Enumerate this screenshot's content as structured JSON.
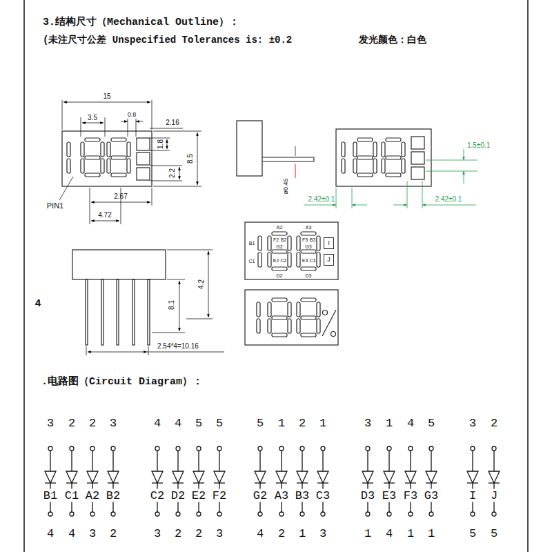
{
  "diagram": {
    "title": "3.结构尺寸（Mechanical Outline）：",
    "nodes": [
      {
        "text": [
          "I"
        ]
      },
      {
        "text": [
          "J"
        ]
      }
    ],
    "labels": [
      "(未注尺寸公差 Unspecified Tolerances is: ±0.2",
      "发光颜色：白色",
      "15",
      "3.5",
      "0.8",
      "2.16",
      "1.8",
      "8.5",
      "2.2",
      "2.67",
      "4.72",
      "PIN1",
      "ø0.45",
      "2.42±0.1",
      "2.42±0.1",
      "1.5±0.1",
      "A2",
      "A3",
      "B1",
      "F2",
      "B2",
      "F3",
      "B3",
      "G2",
      "G3",
      "C1",
      "E2",
      "C2",
      "E3",
      "C3",
      "D2",
      "D3",
      "4",
      "8.1",
      "4.2",
      "2.54*4=10.16",
      ".电路图（Circuit Diagram）：",
      "3",
      "2",
      "2",
      "3",
      "4",
      "4",
      "5",
      "5",
      "5",
      "1",
      "2",
      "1",
      "3",
      "1",
      "4",
      "5",
      "3",
      "2",
      "B1",
      "C1",
      "A2",
      "B2",
      "C2",
      "D2",
      "E2",
      "F2",
      "G2",
      "A3",
      "B3",
      "C3",
      "D3",
      "E3",
      "F3",
      "G3",
      "I",
      "J",
      "4",
      "4",
      "3",
      "2",
      "3",
      "2",
      "2",
      "3",
      "4",
      "2",
      "1",
      "3",
      "1",
      "4",
      "1",
      "1",
      "5",
      "5"
    ]
  }
}
